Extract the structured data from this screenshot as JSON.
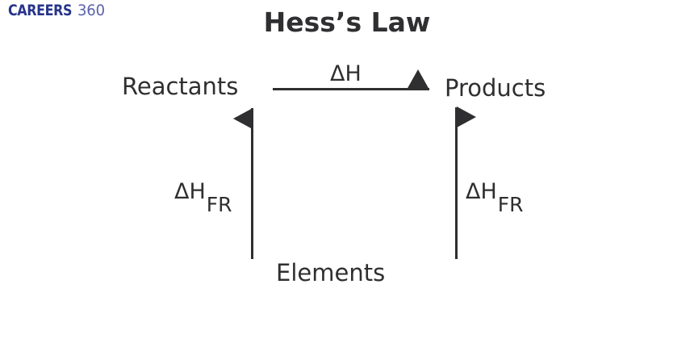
{
  "logo": {
    "primary_text": "CAREERS",
    "secondary_text": "360",
    "primary_color": "#27348b",
    "secondary_color": "#5b62ac"
  },
  "diagram": {
    "title": "Hess’s Law",
    "title_color": "#2f2f31",
    "stroke_color": "#2f2f31",
    "background_color": "#ffffff",
    "nodes": {
      "reactants": "Reactants",
      "products": "Products",
      "elements": "Elements"
    },
    "arrows": {
      "top": {
        "label": "ΔH",
        "direction": "right-up",
        "from": "Reactants",
        "to": "Products"
      },
      "left": {
        "label_main": "ΔH",
        "label_sub": "FR",
        "direction": "up",
        "from": "Elements",
        "to": "Reactants"
      },
      "right": {
        "label_main": "ΔH",
        "label_sub": "FR",
        "direction": "up-right",
        "from": "Elements",
        "to": "Products"
      }
    }
  }
}
